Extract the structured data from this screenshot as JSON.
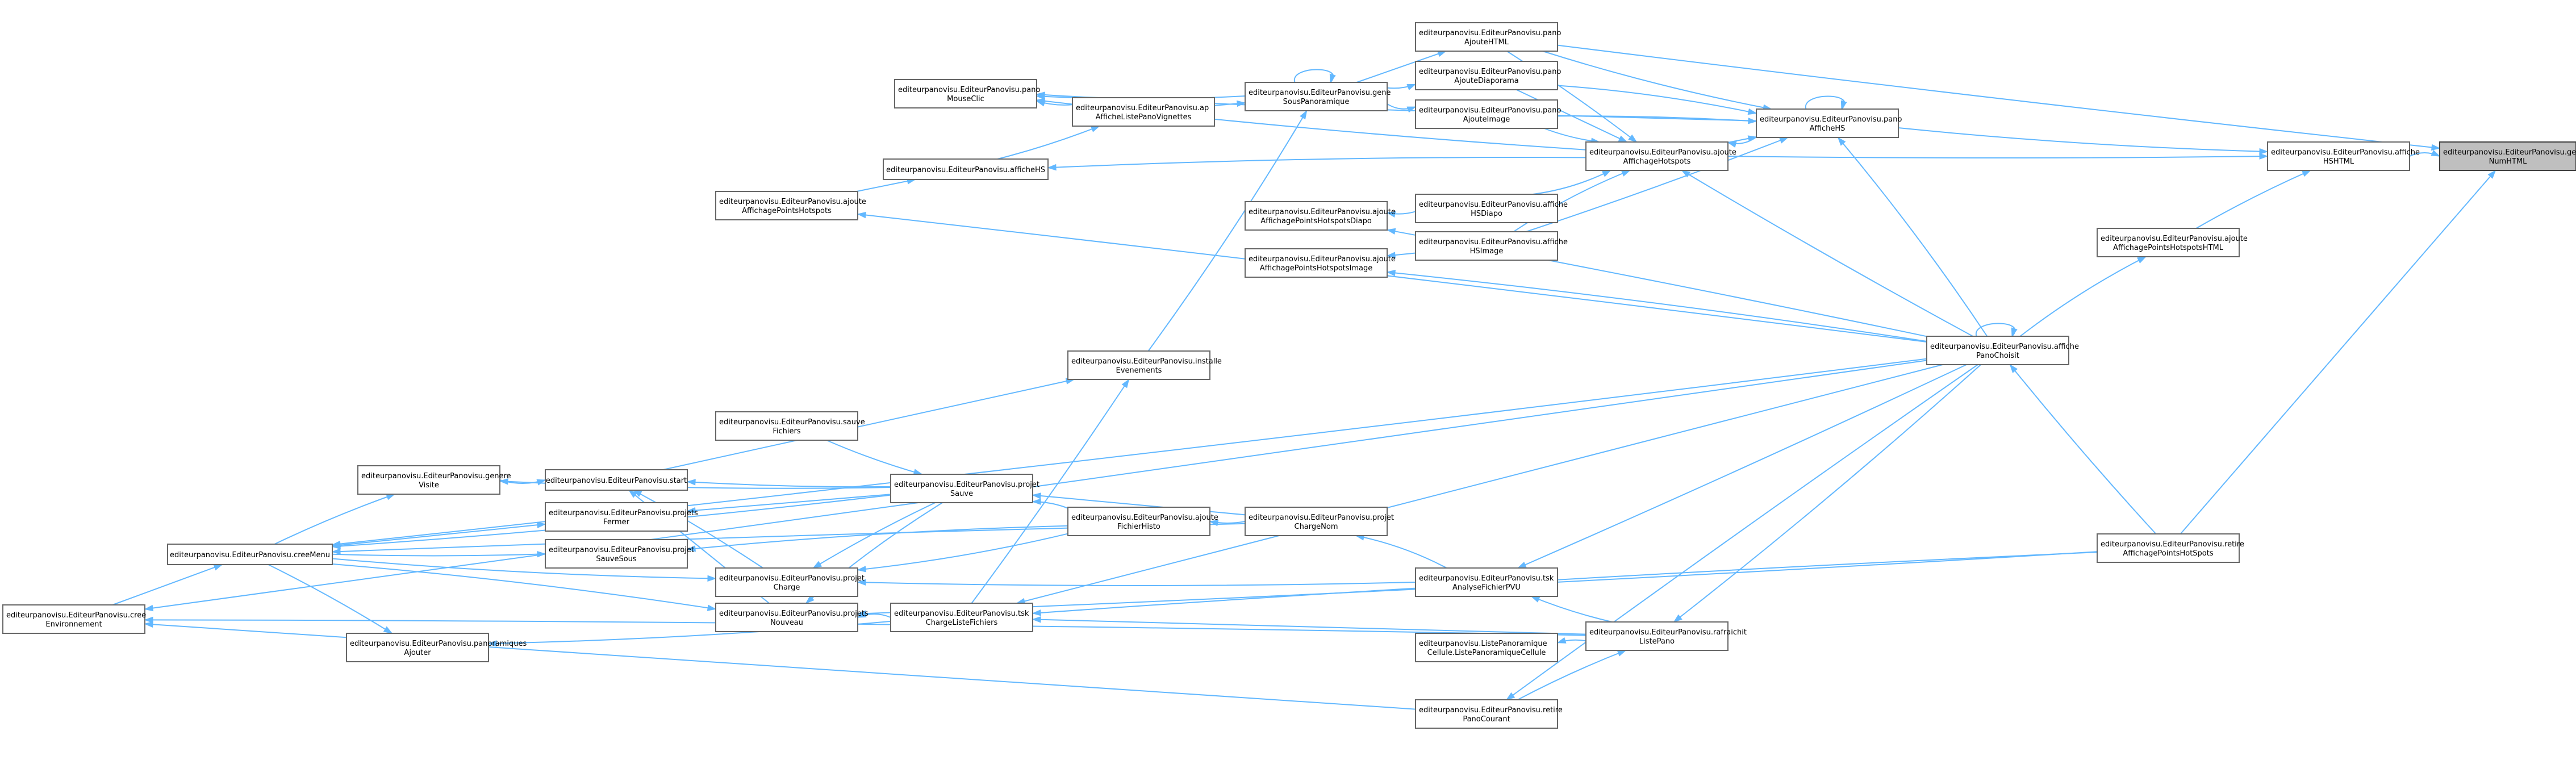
{
  "graph": {
    "title": "",
    "nodes": [
      {
        "id": "getNumHTML",
        "lines": [
          "editeurpanovisu.EditeurPanovisu.get",
          "NumHTML"
        ],
        "highlight": true
      },
      {
        "id": "afficheHSHTML",
        "lines": [
          "editeurpanovisu.EditeurPanovisu.affiche",
          "HSHTML"
        ]
      },
      {
        "id": "ajouteAffPtsHTML",
        "lines": [
          "editeurpanovisu.EditeurPanovisu.ajoute",
          "AffichagePointsHotspotsHTML"
        ]
      },
      {
        "id": "retireAffPts",
        "lines": [
          "editeurpanovisu.EditeurPanovisu.retire",
          "AffichagePointsHotSpots"
        ]
      },
      {
        "id": "panoAffHS",
        "lines": [
          "editeurpanovisu.EditeurPanovisu.pano",
          "AfficheHS"
        ]
      },
      {
        "id": "affichePanoChoisit",
        "lines": [
          "editeurpanovisu.EditeurPanovisu.affiche",
          "PanoChoisit"
        ]
      },
      {
        "id": "panoAjouteHTML",
        "lines": [
          "editeurpanovisu.EditeurPanovisu.pano",
          "AjouteHTML"
        ]
      },
      {
        "id": "panoAjouteDiaporama",
        "lines": [
          "editeurpanovisu.EditeurPanovisu.pano",
          "AjouteDiaporama"
        ]
      },
      {
        "id": "panoAjouteImage",
        "lines": [
          "editeurpanovisu.EditeurPanovisu.pano",
          "AjouteImage"
        ]
      },
      {
        "id": "ajouteAffHotspots",
        "lines": [
          "editeurpanovisu.EditeurPanovisu.ajoute",
          "AffichageHotspots"
        ]
      },
      {
        "id": "afficheHSDiapo",
        "lines": [
          "editeurpanovisu.EditeurPanovisu.affiche",
          "HSDiapo"
        ]
      },
      {
        "id": "afficheHSImage",
        "lines": [
          "editeurpanovisu.EditeurPanovisu.affiche",
          "HSImage"
        ]
      },
      {
        "id": "genereSousPano",
        "lines": [
          "editeurpanovisu.EditeurPanovisu.gene",
          "SousPanoramique"
        ]
      },
      {
        "id": "ajouteAffPtsHSDiapo",
        "lines": [
          "editeurpanovisu.EditeurPanovisu.ajoute",
          "AffichagePointsHotspotsDiapo"
        ]
      },
      {
        "id": "ajouteAffPtsHSImage",
        "lines": [
          "editeurpanovisu.EditeurPanovisu.ajoute",
          "AffichagePointsHotspotsImage"
        ]
      },
      {
        "id": "panoMouseClic",
        "lines": [
          "editeurpanovisu.EditeurPanovisu.pano",
          "MouseClic"
        ]
      },
      {
        "id": "apAfficheListe",
        "lines": [
          "editeurpanovisu.EditeurPanovisu.ap",
          "AfficheListePanoVignettes"
        ]
      },
      {
        "id": "afficheHS",
        "lines": [
          "editeurpanovisu.EditeurPanovisu.afficheHS"
        ]
      },
      {
        "id": "ajouteAffPtsHS",
        "lines": [
          "editeurpanovisu.EditeurPanovisu.ajoute",
          "AffichagePointsHotspots"
        ]
      },
      {
        "id": "installeEvenements",
        "lines": [
          "editeurpanovisu.EditeurPanovisu.installe",
          "Evenements"
        ]
      },
      {
        "id": "sauveFichiers",
        "lines": [
          "editeurpanovisu.EditeurPanovisu.sauve",
          "Fichiers"
        ]
      },
      {
        "id": "genereVisite",
        "lines": [
          "editeurpanovisu.EditeurPanovisu.genere",
          "Visite"
        ]
      },
      {
        "id": "start",
        "lines": [
          "editeurpanovisu.EditeurPanovisu.start"
        ]
      },
      {
        "id": "projetSauve",
        "lines": [
          "editeurpanovisu.EditeurPanovisu.projet",
          "Sauve"
        ]
      },
      {
        "id": "projetsFermer",
        "lines": [
          "editeurpanovisu.EditeurPanovisu.projets",
          "Fermer"
        ]
      },
      {
        "id": "projetSauveSous",
        "lines": [
          "editeurpanovisu.EditeurPanovisu.projet",
          "SauveSous"
        ]
      },
      {
        "id": "ajouteFichierHisto",
        "lines": [
          "editeurpanovisu.EditeurPanovisu.ajoute",
          "FichierHisto"
        ]
      },
      {
        "id": "projetChargeNom",
        "lines": [
          "editeurpanovisu.EditeurPanovisu.projet",
          "ChargeNom"
        ]
      },
      {
        "id": "creeMenu",
        "lines": [
          "editeurpanovisu.EditeurPanovisu.creeMenu"
        ]
      },
      {
        "id": "projetCharge",
        "lines": [
          "editeurpanovisu.EditeurPanovisu.projet",
          "Charge"
        ]
      },
      {
        "id": "tskAnalyse",
        "lines": [
          "editeurpanovisu.EditeurPanovisu.tsk",
          "AnalyseFichierPVU"
        ]
      },
      {
        "id": "creeEnvironnement",
        "lines": [
          "editeurpanovisu.EditeurPanovisu.cree",
          "Environnement"
        ]
      },
      {
        "id": "projetsNouveau",
        "lines": [
          "editeurpanovisu.EditeurPanovisu.projets",
          "Nouveau"
        ]
      },
      {
        "id": "tskChargeListe",
        "lines": [
          "editeurpanovisu.EditeurPanovisu.tsk",
          "ChargeListeFichiers"
        ]
      },
      {
        "id": "listePanoCellule",
        "lines": [
          "editeurpanovisu.ListePanoramique",
          "Cellule.ListePanoramiqueCellule"
        ]
      },
      {
        "id": "rafraichitListePano",
        "lines": [
          "editeurpanovisu.EditeurPanovisu.rafraichit",
          "ListePano"
        ]
      },
      {
        "id": "panoramiquesAjouter",
        "lines": [
          "editeurpanovisu.EditeurPanovisu.panoramiques",
          "Ajouter"
        ]
      },
      {
        "id": "retirePanoCourant",
        "lines": [
          "editeurpanovisu.EditeurPanovisu.retire",
          "PanoCourant"
        ]
      }
    ],
    "edges": [
      [
        "afficheHSHTML",
        "getNumHTML"
      ],
      [
        "ajouteAffPtsHTML",
        "afficheHSHTML"
      ],
      [
        "retireAffPts",
        "getNumHTML"
      ],
      [
        "panoAjouteHTML",
        "getNumHTML"
      ],
      [
        "panoAffHS",
        "afficheHSHTML"
      ],
      [
        "affichePanoChoisit",
        "ajouteAffPtsHTML"
      ],
      [
        "affichePanoChoisit",
        "affichePanoChoisit"
      ],
      [
        "panoAffHS",
        "panoAffHS"
      ],
      [
        "ajouteAffHotspots",
        "afficheHSHTML"
      ],
      [
        "panoAjouteHTML",
        "panoAffHS"
      ],
      [
        "panoAjouteDiaporama",
        "panoAffHS"
      ],
      [
        "panoAjouteImage",
        "panoAffHS"
      ],
      [
        "ajouteAffHotspots",
        "panoAffHS"
      ],
      [
        "afficheHSImage",
        "panoAffHS"
      ],
      [
        "affichePanoChoisit",
        "panoAffHS"
      ],
      [
        "panoAffHS",
        "ajouteAffHotspots"
      ],
      [
        "panoAjouteHTML",
        "ajouteAffHotspots"
      ],
      [
        "panoAjouteDiaporama",
        "ajouteAffHotspots"
      ],
      [
        "panoAjouteImage",
        "ajouteAffHotspots"
      ],
      [
        "afficheHSDiapo",
        "ajouteAffHotspots"
      ],
      [
        "afficheHSImage",
        "ajouteAffHotspots"
      ],
      [
        "affichePanoChoisit",
        "ajouteAffHotspots"
      ],
      [
        "genereSousPano",
        "panoAjouteHTML"
      ],
      [
        "genereSousPano",
        "panoAjouteDiaporama"
      ],
      [
        "genereSousPano",
        "panoAjouteImage"
      ],
      [
        "genereSousPano",
        "genereSousPano"
      ],
      [
        "afficheHSDiapo",
        "ajouteAffPtsHSDiapo"
      ],
      [
        "afficheHSImage",
        "ajouteAffPtsHSImage"
      ],
      [
        "affichePanoChoisit",
        "ajouteAffPtsHSDiapo"
      ],
      [
        "affichePanoChoisit",
        "ajouteAffPtsHSImage"
      ],
      [
        "genereSousPano",
        "panoMouseClic"
      ],
      [
        "apAfficheListe",
        "panoMouseClic"
      ],
      [
        "apAfficheListe",
        "genereSousPano"
      ],
      [
        "afficheHS",
        "apAfficheListe"
      ],
      [
        "ajouteAffHotspots",
        "afficheHS"
      ],
      [
        "ajouteAffHotspots",
        "panoMouseClic"
      ],
      [
        "panoAffHS",
        "panoMouseClic"
      ],
      [
        "ajouteAffPtsHS",
        "afficheHS"
      ],
      [
        "affichePanoChoisit",
        "ajouteAffPtsHS"
      ],
      [
        "installeEvenements",
        "genereSousPano"
      ],
      [
        "affichePanoChoisit",
        "creeMenu"
      ],
      [
        "affichePanoChoisit",
        "creeEnvironnement"
      ],
      [
        "start",
        "installeEvenements"
      ],
      [
        "sauveFichiers",
        "projetSauve"
      ],
      [
        "genereVisite",
        "start"
      ],
      [
        "projetSauve",
        "genereVisite"
      ],
      [
        "projetSauve",
        "start"
      ],
      [
        "projetSauve",
        "projetsFermer"
      ],
      [
        "projetSauve",
        "projetCharge"
      ],
      [
        "projetSauve",
        "projetsNouveau"
      ],
      [
        "projetSauve",
        "creeMenu"
      ],
      [
        "creeMenu",
        "genereVisite"
      ],
      [
        "creeMenu",
        "projetsFermer"
      ],
      [
        "creeMenu",
        "projetSauveSous"
      ],
      [
        "creeMenu",
        "projetCharge"
      ],
      [
        "creeMenu",
        "projetsNouveau"
      ],
      [
        "creeMenu",
        "panoramiquesAjouter"
      ],
      [
        "creeEnvironnement",
        "creeMenu"
      ],
      [
        "ajouteFichierHisto",
        "projetSauve"
      ],
      [
        "ajouteFichierHisto",
        "projetSauveSous"
      ],
      [
        "ajouteFichierHisto",
        "projetCharge"
      ],
      [
        "projetChargeNom",
        "ajouteFichierHisto"
      ],
      [
        "projetChargeNom",
        "projetSauve"
      ],
      [
        "projetChargeNom",
        "creeMenu"
      ],
      [
        "tskAnalyse",
        "projetChargeNom"
      ],
      [
        "tskAnalyse",
        "projetCharge"
      ],
      [
        "affichePanoChoisit",
        "tskAnalyse"
      ],
      [
        "affichePanoChoisit",
        "tskChargeListe"
      ],
      [
        "tskChargeListe",
        "installeEvenements"
      ],
      [
        "tskChargeListe",
        "projetsNouveau"
      ],
      [
        "tskChargeListe",
        "panoramiquesAjouter"
      ],
      [
        "rafraichitListePano",
        "tskAnalyse"
      ],
      [
        "rafraichitListePano",
        "tskChargeListe"
      ],
      [
        "rafraichitListePano",
        "listePanoCellule"
      ],
      [
        "rafraichitListePano",
        "creeEnvironnement"
      ],
      [
        "affichePanoChoisit",
        "rafraichitListePano"
      ],
      [
        "retirePanoCourant",
        "rafraichitListePano"
      ],
      [
        "retirePanoCourant",
        "creeEnvironnement"
      ],
      [
        "affichePanoChoisit",
        "retirePanoCourant"
      ],
      [
        "retireAffPts",
        "tskChargeListe"
      ],
      [
        "retireAffPts",
        "projetsNouveau"
      ],
      [
        "retireAffPts",
        "affichePanoChoisit"
      ],
      [
        "projetsNouveau",
        "start"
      ],
      [
        "projetCharge",
        "start"
      ]
    ]
  }
}
